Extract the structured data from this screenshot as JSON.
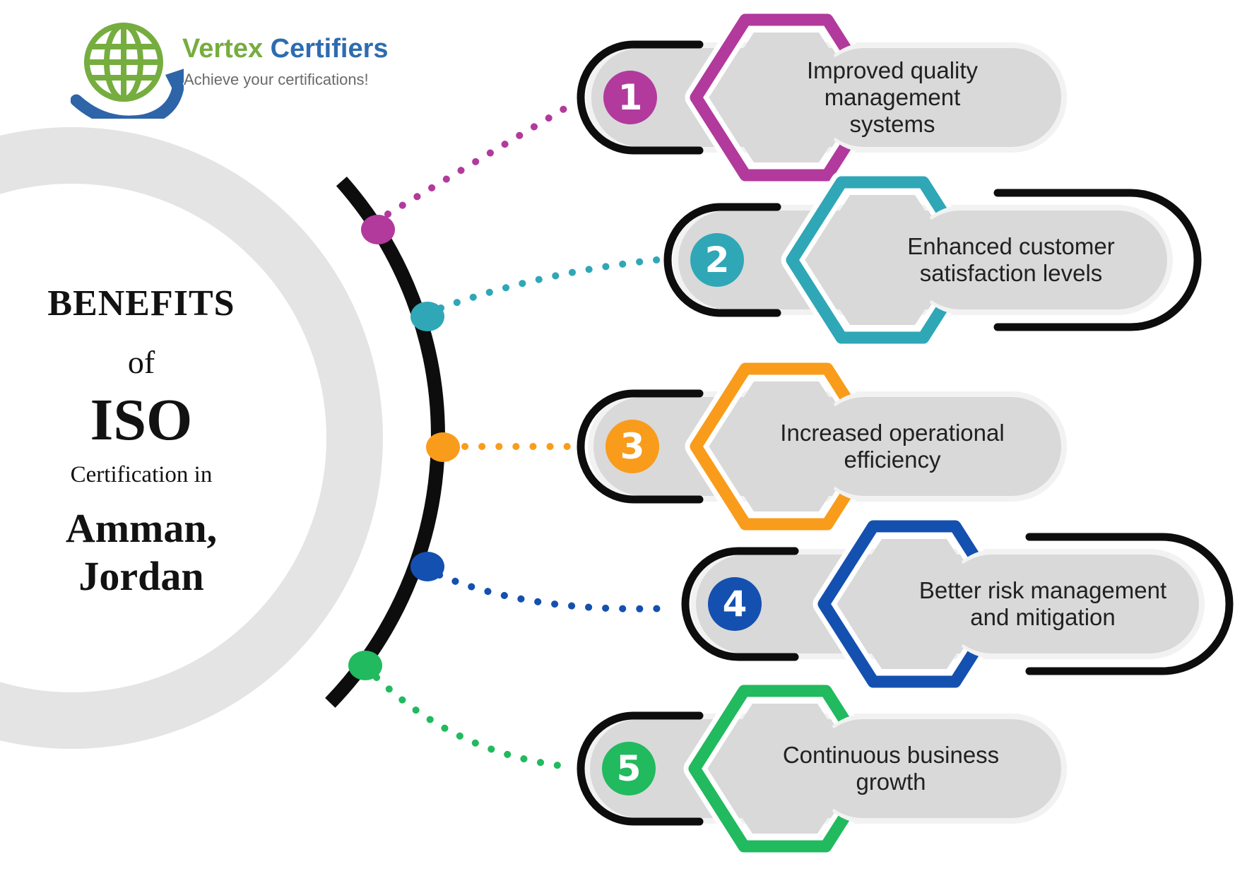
{
  "logo": {
    "brand_primary": "Vertex",
    "brand_secondary": "Certifiers",
    "tagline": "Achieve your certifications!",
    "colors": {
      "globe_green": "#76ad3f",
      "swoosh_blue": "#2e64a8",
      "brand_green": "#76ad3f",
      "brand_blue": "#2e6cb0",
      "tagline_gray": "#6a6a6a"
    }
  },
  "title": {
    "line1": "BENEFITS",
    "line2": "of",
    "line3": "ISO",
    "line4": "Certification in",
    "line5": "Amman,",
    "line6": "Jordan"
  },
  "benefits": [
    {
      "number": "1",
      "label": "Improved quality management systems",
      "lines": [
        "Improved quality",
        "management",
        "systems"
      ],
      "color": "#b23a9c"
    },
    {
      "number": "2",
      "label": "Enhanced customer satisfaction levels",
      "lines": [
        "Enhanced customer",
        "satisfaction levels"
      ],
      "color": "#2fa7b7"
    },
    {
      "number": "3",
      "label": "Increased operational efficiency",
      "lines": [
        "Increased operational",
        "efficiency"
      ],
      "color": "#f99c1b"
    },
    {
      "number": "4",
      "label": "Better risk management and mitigation",
      "lines": [
        "Better risk management",
        "and mitigation"
      ],
      "color": "#1450af"
    },
    {
      "number": "5",
      "label": "Continuous business growth",
      "lines": [
        "Continuous  business",
        "growth"
      ],
      "color": "#21ba5e"
    }
  ],
  "style_colors": {
    "pill_gray": "#d9d9d9",
    "halo_gray": "#f2f2f2",
    "ring_gray": "#e4e4e4",
    "arc_black": "#0d0d0d"
  }
}
